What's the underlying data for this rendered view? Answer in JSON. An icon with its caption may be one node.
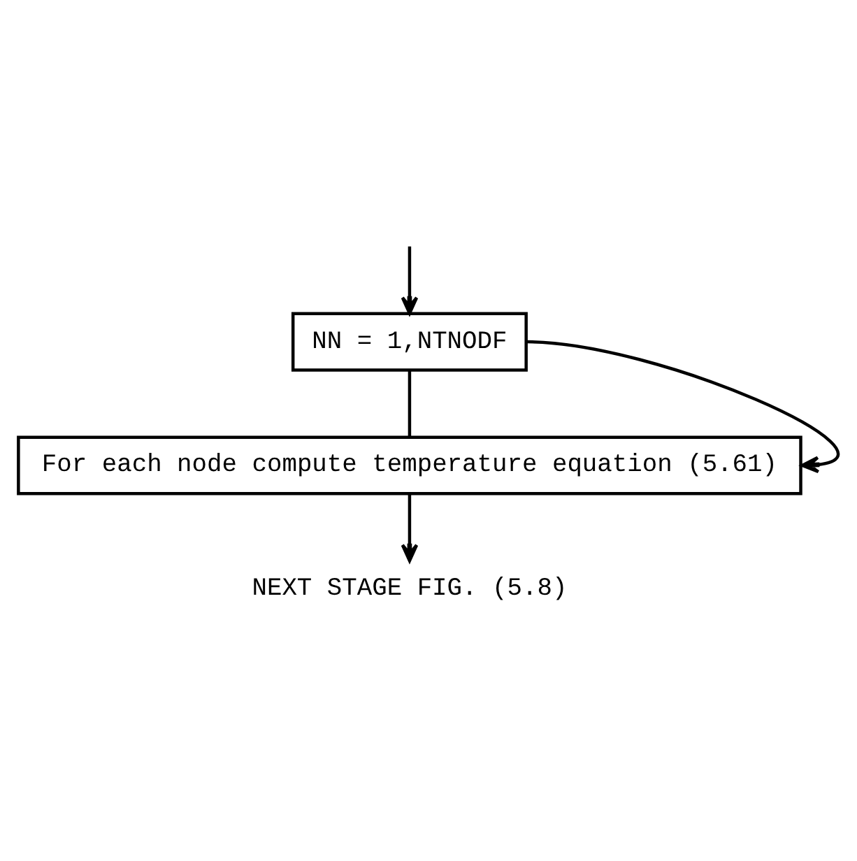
{
  "diagram": {
    "nodes": [
      {
        "text": [
          "NN = 1,NTNODF"
        ]
      },
      {
        "text": [
          "For each node compute temperature equation (5.61)"
        ]
      },
      {
        "text": [
          "NEXT STAGE FIG. (5.8)"
        ]
      }
    ],
    "edges": [
      {
        "from": null,
        "to": 0,
        "arrow": "to"
      },
      {
        "from": 0,
        "to": 1,
        "arrow": "none"
      },
      {
        "from": 0,
        "to": 1,
        "arrow": "to"
      },
      {
        "from": 1,
        "to": 2,
        "arrow": "to"
      }
    ]
  }
}
